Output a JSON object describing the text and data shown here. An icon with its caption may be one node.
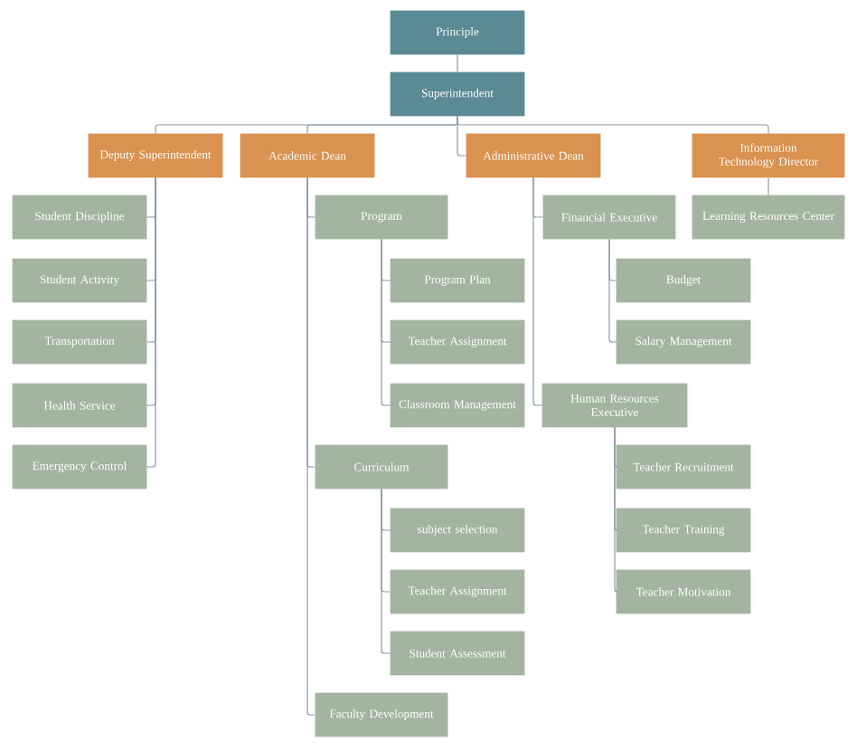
{
  "diagram": {
    "nodes": [
      {
        "text": [
          "Principle"
        ]
      },
      {
        "text": [
          "Superintendent"
        ]
      },
      {
        "text": [
          "Deputy Superintendent"
        ]
      },
      {
        "text": [
          "Academic Dean"
        ]
      },
      {
        "text": [
          "Administrative Dean"
        ]
      },
      {
        "text": [
          "Information Technology Director"
        ]
      },
      {
        "text": [
          "Student Discipline"
        ]
      },
      {
        "text": [
          "Student Activity"
        ]
      },
      {
        "text": [
          "Transportation"
        ]
      },
      {
        "text": [
          "Health Service"
        ]
      },
      {
        "text": [
          "Emergency Control"
        ]
      },
      {
        "text": [
          "Program"
        ]
      },
      {
        "text": [
          "Program Plan"
        ]
      },
      {
        "text": [
          "Teacher Assignment"
        ]
      },
      {
        "text": [
          "Classroom Management"
        ]
      },
      {
        "text": [
          "Curriculum"
        ]
      },
      {
        "text": [
          "subject selection"
        ]
      },
      {
        "text": [
          "Teacher Assignment"
        ]
      },
      {
        "text": [
          "Student Assessment"
        ]
      },
      {
        "text": [
          "Faculty Development"
        ]
      },
      {
        "text": [
          "Financial Executive"
        ]
      },
      {
        "text": [
          "Budget"
        ]
      },
      {
        "text": [
          "Salary Management"
        ]
      },
      {
        "text": [
          "Human Resources Executive"
        ]
      },
      {
        "text": [
          "Teacher Recruitment"
        ]
      },
      {
        "text": [
          "Teacher Training"
        ]
      },
      {
        "text": [
          "Teacher Motivation"
        ]
      },
      {
        "text": [
          "Learning Resources Center"
        ]
      }
    ],
    "edges": [
      {
        "from": 0,
        "to": 1,
        "arrow": "none"
      },
      {
        "from": 1,
        "to": 2,
        "arrow": "none"
      },
      {
        "from": 1,
        "to": 3,
        "arrow": "none"
      },
      {
        "from": 1,
        "to": 4,
        "arrow": "none"
      },
      {
        "from": 1,
        "to": 5,
        "arrow": "none"
      },
      {
        "from": 2,
        "to": 6,
        "arrow": "none"
      },
      {
        "from": 2,
        "to": 7,
        "arrow": "none"
      },
      {
        "from": 2,
        "to": 8,
        "arrow": "none"
      },
      {
        "from": 2,
        "to": 9,
        "arrow": "none"
      },
      {
        "from": 2,
        "to": 10,
        "arrow": "none"
      },
      {
        "from": 3,
        "to": 11,
        "arrow": "none"
      },
      {
        "from": 11,
        "to": 12,
        "arrow": "none"
      },
      {
        "from": 11,
        "to": 13,
        "arrow": "none"
      },
      {
        "from": 11,
        "to": 14,
        "arrow": "none"
      },
      {
        "from": 3,
        "to": 15,
        "arrow": "none"
      },
      {
        "from": 15,
        "to": 16,
        "arrow": "none"
      },
      {
        "from": 15,
        "to": 17,
        "arrow": "none"
      },
      {
        "from": 15,
        "to": 18,
        "arrow": "none"
      },
      {
        "from": 3,
        "to": 19,
        "arrow": "none"
      },
      {
        "from": 4,
        "to": 20,
        "arrow": "none"
      },
      {
        "from": 20,
        "to": 21,
        "arrow": "none"
      },
      {
        "from": 20,
        "to": 22,
        "arrow": "none"
      },
      {
        "from": 4,
        "to": 23,
        "arrow": "none"
      },
      {
        "from": 23,
        "to": 24,
        "arrow": "none"
      },
      {
        "from": 23,
        "to": 25,
        "arrow": "none"
      },
      {
        "from": 23,
        "to": 26,
        "arrow": "none"
      },
      {
        "from": 5,
        "to": 27,
        "arrow": "none"
      }
    ]
  }
}
